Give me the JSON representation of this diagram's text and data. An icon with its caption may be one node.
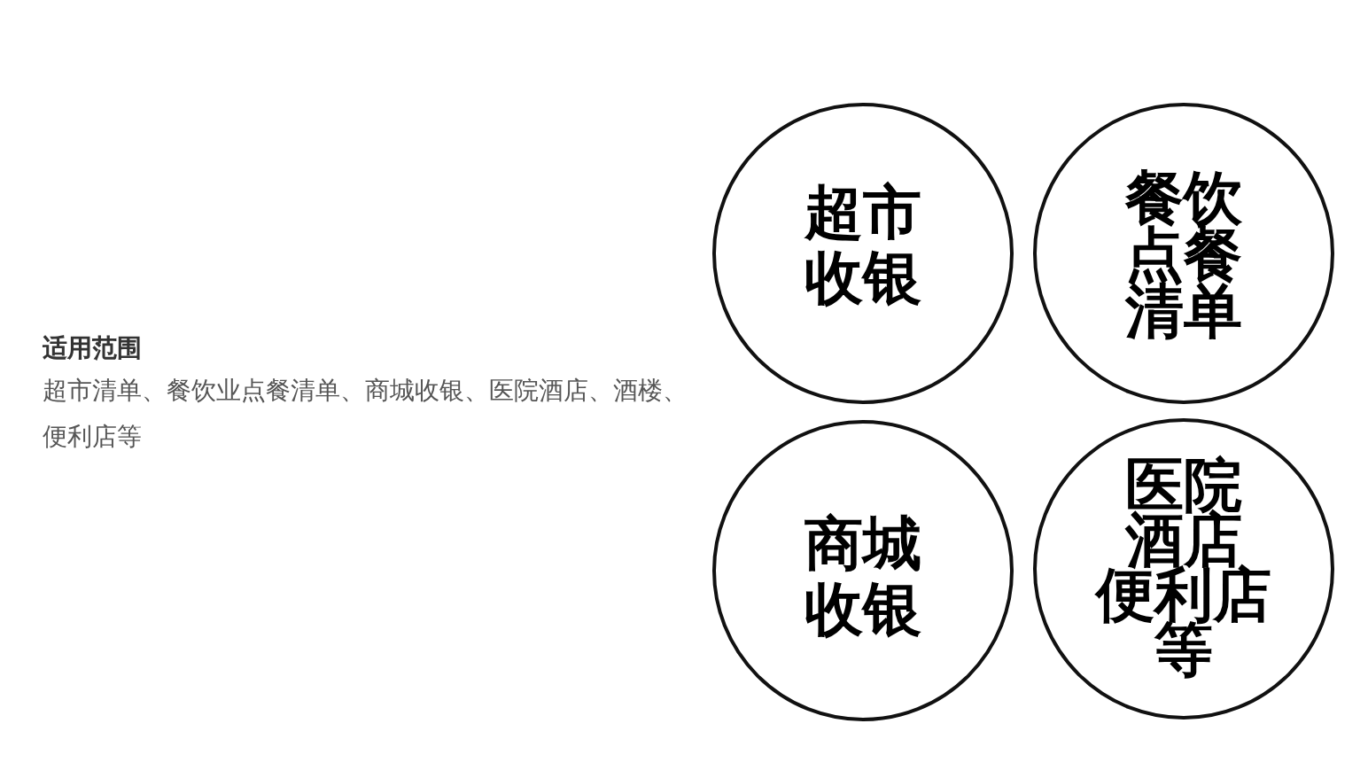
{
  "diagram": {
    "title": "适用范围",
    "nodes": [
      {
        "text": [
          "超市收银"
        ]
      },
      {
        "text": [
          "餐饮点餐清单"
        ]
      },
      {
        "text": [
          "商城收银"
        ]
      },
      {
        "text": [
          "医院酒店便利店等"
        ]
      }
    ],
    "labels": [
      "超市清单、餐饮业点餐清单、商城收银、医院酒店、酒楼、便利店等"
    ]
  }
}
